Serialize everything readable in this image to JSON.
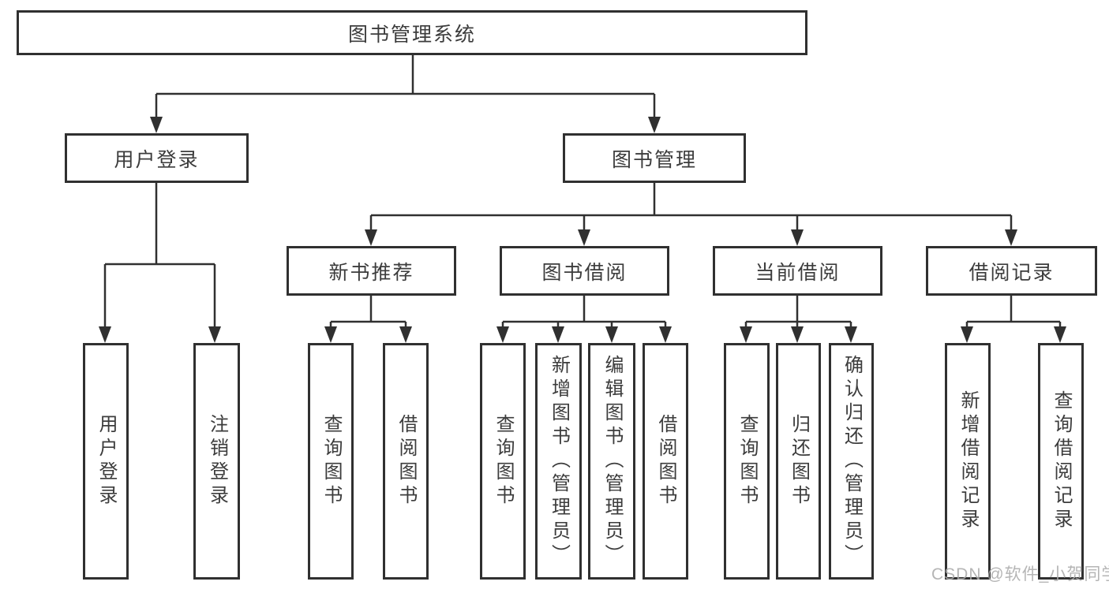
{
  "tree": {
    "root": {
      "label": "图书管理系统",
      "children": [
        {
          "label": "用户登录",
          "children": [
            {
              "label": "用户登录"
            },
            {
              "label": "注销登录"
            }
          ]
        },
        {
          "label": "图书管理",
          "children": [
            {
              "label": "新书推荐",
              "children": [
                {
                  "label": "查询图书"
                },
                {
                  "label": "借阅图书"
                }
              ]
            },
            {
              "label": "图书借阅",
              "children": [
                {
                  "label": "查询图书"
                },
                {
                  "label": "新增图书（管理员）"
                },
                {
                  "label": "编辑图书（管理员）"
                },
                {
                  "label": "借阅图书"
                }
              ]
            },
            {
              "label": "当前借阅",
              "children": [
                {
                  "label": "查询图书"
                },
                {
                  "label": "归还图书"
                },
                {
                  "label": "确认归还（管理员）"
                }
              ]
            },
            {
              "label": "借阅记录",
              "children": [
                {
                  "label": "新增借阅记录"
                },
                {
                  "label": "查询借阅记录"
                }
              ]
            }
          ]
        }
      ]
    }
  },
  "watermark": {
    "text": "CSDN @软件_小贺同学",
    "color": "#ababab"
  },
  "colors": {
    "line": "#303030",
    "box_border": "#303030",
    "text": "#3c3c3c",
    "background": "#ffffff"
  }
}
